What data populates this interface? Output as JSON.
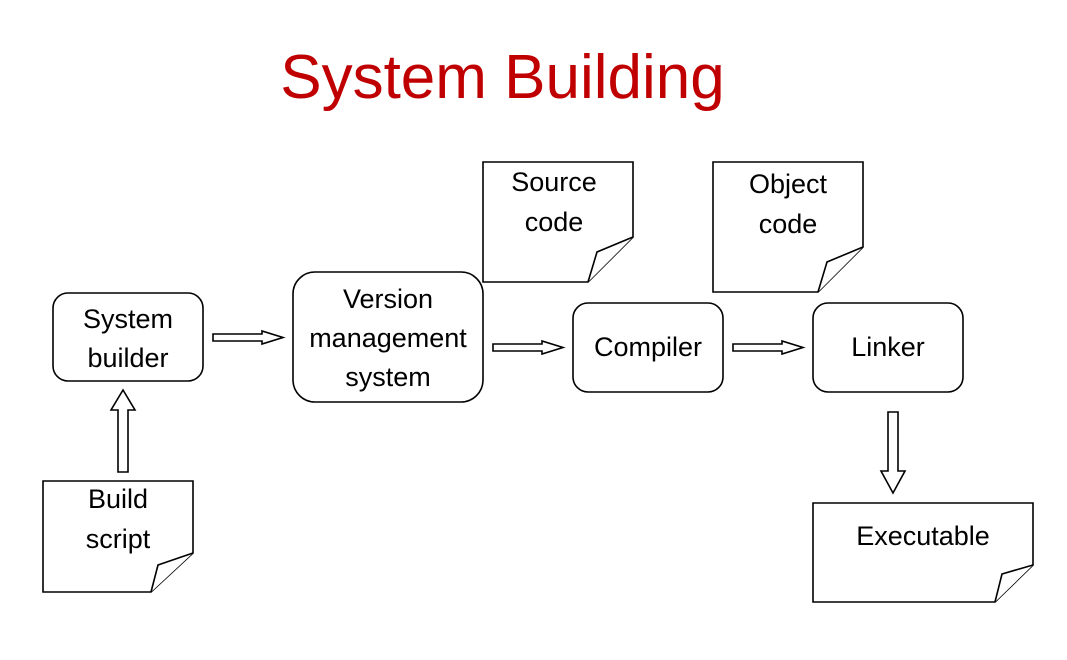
{
  "title": "System Building",
  "colors": {
    "title": "#c00000",
    "stroke": "#000000",
    "background": "#ffffff"
  },
  "nodes": {
    "system_builder": [
      "System",
      "builder"
    ],
    "version_management": [
      "Version",
      "management",
      "system"
    ],
    "compiler": "Compiler",
    "linker": "Linker"
  },
  "documents": {
    "build_script": [
      "Build",
      "script"
    ],
    "source_code": [
      "Source",
      "code"
    ],
    "object_code": [
      "Object",
      "code"
    ],
    "executable": "Executable"
  }
}
